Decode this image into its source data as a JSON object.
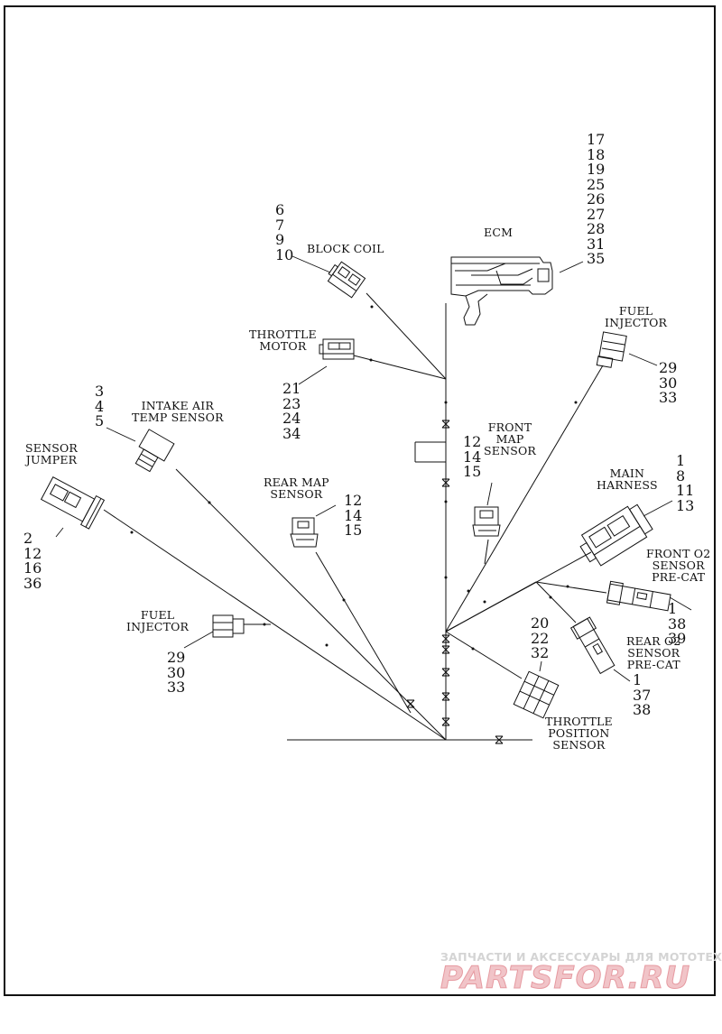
{
  "labels": {
    "ecm": "ECM",
    "block_coil": "BLOCK COIL",
    "throttle_motor": "THROTTLE\nMOTOR",
    "fuel_injector_right": "FUEL\nINJECTOR",
    "intake_air_temp": "INTAKE AIR\nTEMP SENSOR",
    "sensor_jumper": "SENSOR\nJUMPER",
    "front_map": "FRONT\nMAP\nSENSOR",
    "rear_map": "REAR MAP\nSENSOR",
    "main_harness": "MAIN\nHARNESS",
    "front_o2": "FRONT O2\nSENSOR\nPRE-CAT",
    "rear_o2": "REAR O2\nSENSOR\nPRE-CAT",
    "fuel_injector_left": "FUEL\nINJECTOR",
    "throttle_position": "THROTTLE\nPOSITION\nSENSOR"
  },
  "callouts": {
    "ecm": "17\n18\n19\n25\n26\n27\n28\n31\n35",
    "block_coil": "6\n7\n9\n10",
    "throttle_motor": "21\n23\n24\n34",
    "fuel_injector_right": "29\n30\n33",
    "intake_air_temp": "3\n4\n5",
    "sensor_jumper": "2\n12\n16\n36",
    "front_map": "12\n14\n15",
    "rear_map": "12\n14\n15",
    "main_harness": "1\n8\n11\n13",
    "front_o2": "1\n38\n39",
    "rear_o2": "1\n37\n38",
    "fuel_injector_left": "29\n30\n33",
    "throttle_position": "20\n22\n32"
  },
  "watermark": {
    "line1": "ЗАПЧАСТИ И АКСЕССУАРЫ ДЛЯ МОТОТЕХНИКИ",
    "line2": "PARTSFOR.RU"
  },
  "colors": {
    "ink": "#111111",
    "watermark_gray": "#d4d4d4",
    "watermark_pink": "#f1c4c8"
  }
}
